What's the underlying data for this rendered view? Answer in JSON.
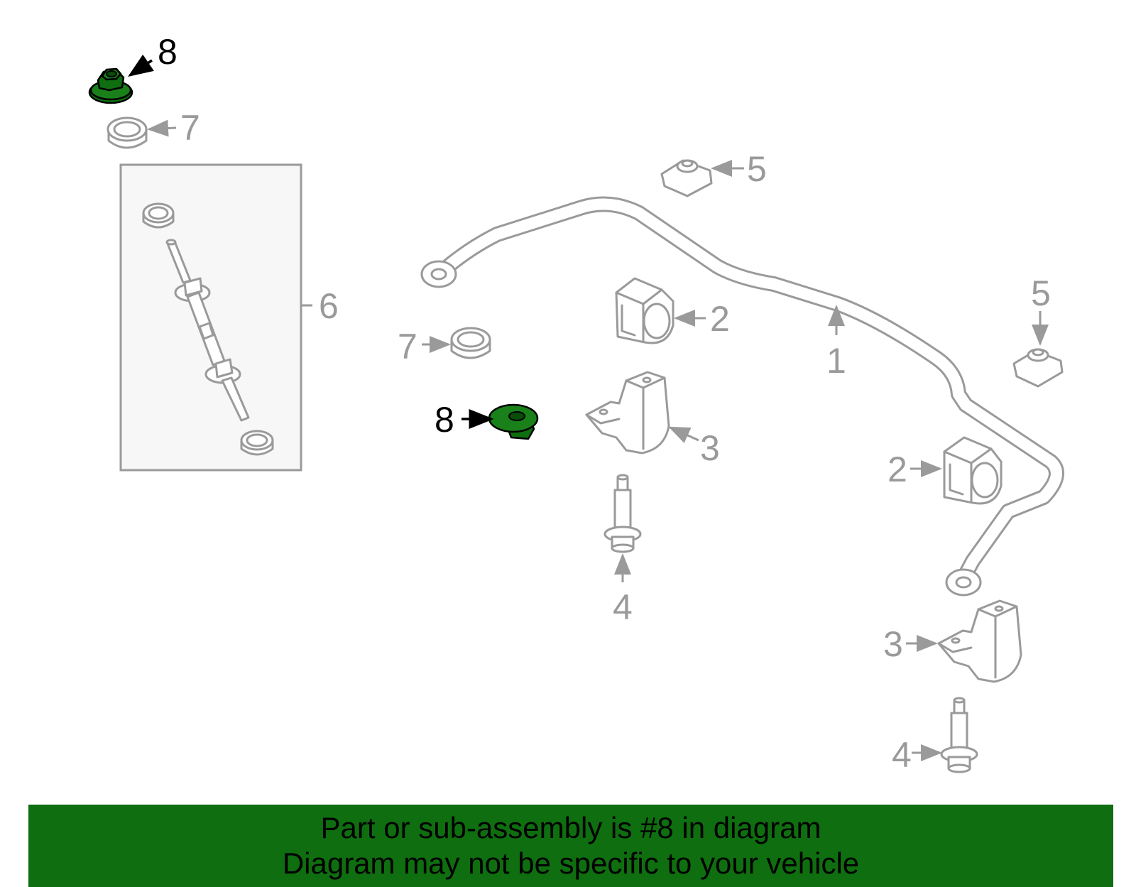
{
  "banner": {
    "line1": "Part or sub-assembly is #8 in diagram",
    "line2": "Diagram may not be specific to your vehicle"
  },
  "callouts": {
    "top_left_8": "8",
    "top_left_7": "7",
    "box_6": "6",
    "mid_7": "7",
    "mid_8": "8",
    "bushing_2_upper": "2",
    "bar_1": "1",
    "clip_5_upper": "5",
    "clip_5_right": "5",
    "bracket_3_upper": "3",
    "bushing_2_lower": "2",
    "bolt_4_upper": "4",
    "bracket_3_lower": "3",
    "bolt_4_lower": "4"
  },
  "colors": {
    "highlight": "#0f6e0f",
    "banner": "#0f6e0f",
    "part_stroke": "#9a9a9a"
  }
}
